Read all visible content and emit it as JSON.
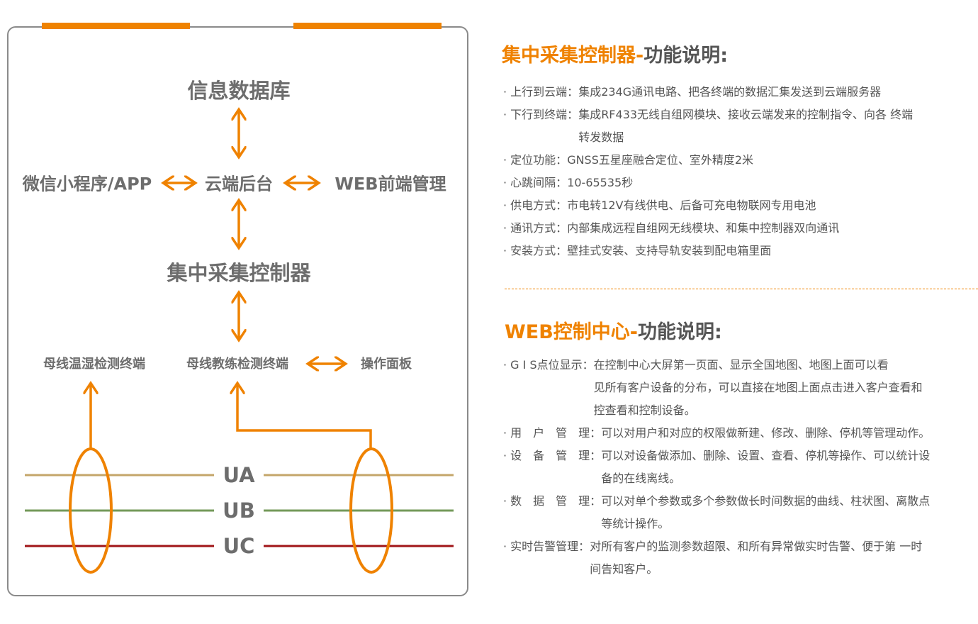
{
  "colors": {
    "accent": "#ef8200",
    "text": "#6d6d6d",
    "ua": "#c4a66a",
    "ub": "#74995a",
    "uc": "#a01418"
  },
  "diagram": {
    "database": "信息数据库",
    "wechat": "微信小程序/APP",
    "cloud": "云端后台",
    "web": "WEB前端管理",
    "controller": "集中采集控制器",
    "temp_terminal": "母线温湿检测终端",
    "train_terminal": "母线教练检测终端",
    "panel": "操作面板",
    "phases": [
      "UA",
      "UB",
      "UC"
    ]
  },
  "section1": {
    "title_accent": "集中采集控制器-",
    "title_rest": "功能说明:",
    "items": [
      {
        "label": "· 上行到云端：",
        "lines": [
          "集成234G通讯电路、把各终端的数据汇集发送到云端服务器"
        ]
      },
      {
        "label": "· 下行到终端：",
        "lines": [
          "集成RF433无线自组网模块、接收云端发来的控制指令、向各 终端",
          "转发数据"
        ]
      },
      {
        "label": "· 定位功能：",
        "lines": [
          "GNSS五星座融合定位、室外精度2米"
        ]
      },
      {
        "label": "· 心跳间隔：",
        "lines": [
          "10-65535秒"
        ]
      },
      {
        "label": "· 供电方式：",
        "lines": [
          "市电转12V有线供电、后备可充电物联网专用电池"
        ]
      },
      {
        "label": "· 通讯方式：",
        "lines": [
          "内部集成远程自组网无线模块、和集中控制器双向通讯"
        ]
      },
      {
        "label": "· 安装方式：",
        "lines": [
          "壁挂式安装、支持导轨安装到配电箱里面"
        ]
      }
    ]
  },
  "section2": {
    "title_accent": "WEB控制中心-",
    "title_rest": "功能说明:",
    "items": [
      {
        "label": "· G I S点位显示：",
        "lines": [
          "在控制中心大屏第一页面、显示全国地图、地图上面可以看",
          "见所有客户设备的分布，可以直接在地图上面点击进入客户查看和",
          "控查看和控制设备。"
        ]
      },
      {
        "label": "· 用　户　管　理：",
        "lines": [
          "可以对用户和对应的权限做新建、修改、删除、停机等管理动作。"
        ]
      },
      {
        "label": "· 设　备　管　理：",
        "lines": [
          "可以对设备做添加、删除、设置、查看、停机等操作、可以统计设",
          "备的在线离线。"
        ]
      },
      {
        "label": "· 数　据　管　理：",
        "lines": [
          "可以对单个参数或多个参数做长时间数据的曲线、柱状图、离散点",
          "等统计操作。"
        ]
      },
      {
        "label": "· 实时告警管理：",
        "lines": [
          "对所有客户的监测参数超限、和所有异常做实时告警、便于第 一时",
          "间告知客户。"
        ]
      }
    ]
  }
}
